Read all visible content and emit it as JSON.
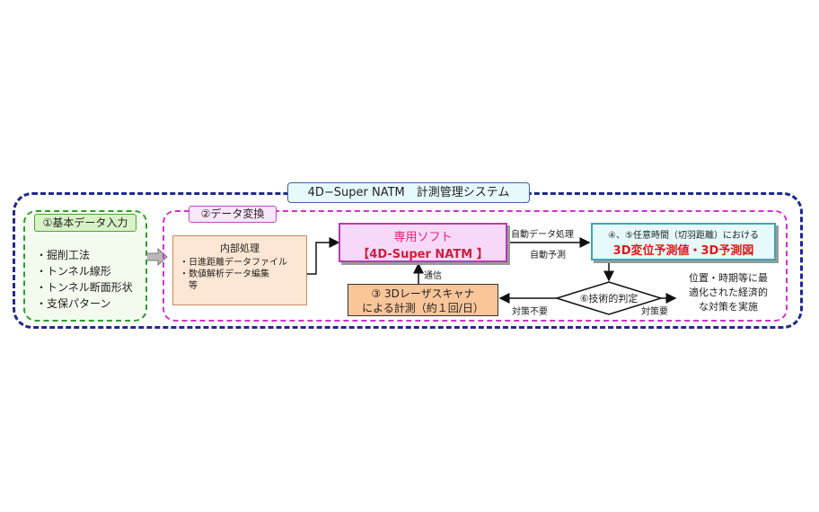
{
  "system_title": "4D−Super NATM　計測管理システム",
  "section1": {
    "label": "①基本データ入力",
    "items": [
      "・掘削工法",
      "・トンネル線形",
      "・トンネル断面形状",
      "・支保パターン"
    ]
  },
  "section2": {
    "label": "②データ変換"
  },
  "internal": {
    "title": "内部処理",
    "items": [
      "・日進距離データファイル",
      "・数値解析データ編集",
      "　等"
    ]
  },
  "software": {
    "title": "専用ソフト",
    "name": "【4D-Super NATM 】"
  },
  "laser": {
    "line1": "③ 3Dレーザスキャナ",
    "line2": "による計測（約１回/日）"
  },
  "prediction": {
    "line1": "④、⑤任意時間（切羽距離）における",
    "line2": "3D変位予測値・3D予測図"
  },
  "labels": {
    "auto_data": "自動データ処理",
    "auto_predict": "自動予測",
    "communication": "通信",
    "no_measure": "対策不要",
    "measure_needed": "対策要"
  },
  "judgement": "⑥技術的判定",
  "result": {
    "line1": "位置・時期等に最",
    "line2": "適化された経済的",
    "line3": "な対策を実施"
  },
  "colors": {
    "outer": "#1f2a8c",
    "section1": "#2e9d2e",
    "section2": "#cc33cc",
    "highlight_red": "#e01818"
  }
}
